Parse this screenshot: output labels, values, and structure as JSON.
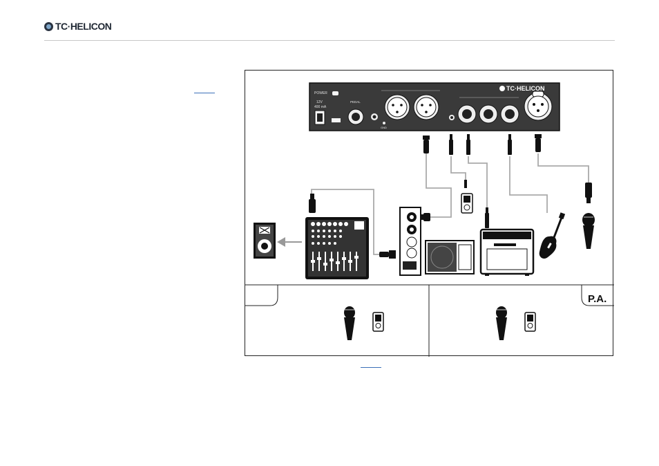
{
  "header": {
    "brand": "TC·HELICON"
  },
  "device": {
    "brand": "TC·HELICON",
    "power_label": "POWER",
    "voltage_label": "12V",
    "current_label": "400 mA",
    "pedal_label": "PEDAL",
    "gnd_label": "GND"
  },
  "bottom_panel": {
    "right_tab_label": "P.A."
  }
}
